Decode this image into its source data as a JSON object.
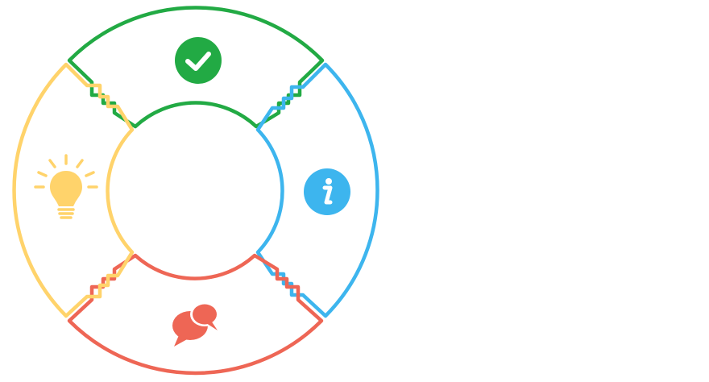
{
  "diagram": {
    "type": "cycle",
    "segments": [
      {
        "id": "top",
        "icon": "checkmark-circle-icon",
        "color": "#22AA44"
      },
      {
        "id": "right",
        "icon": "info-circle-icon",
        "color": "#3DB5EE"
      },
      {
        "id": "bottom",
        "icon": "speech-bubbles-icon",
        "color": "#EE6655"
      },
      {
        "id": "left",
        "icon": "lightbulb-icon",
        "color": "#FFD36B"
      }
    ]
  }
}
